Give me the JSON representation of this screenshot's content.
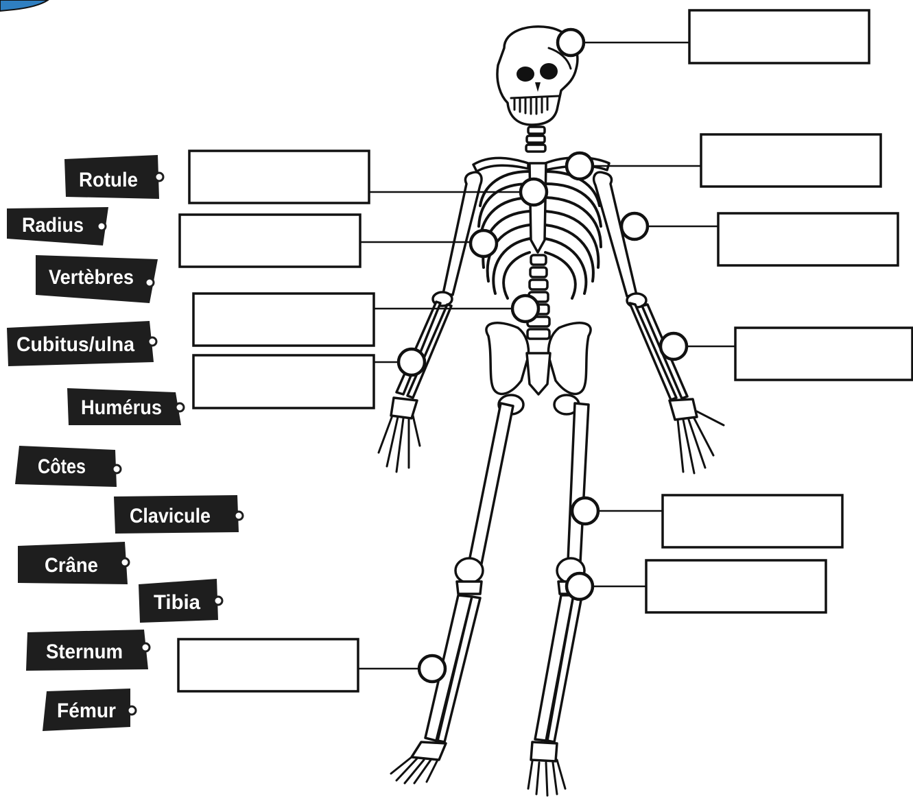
{
  "labels": [
    {
      "id": "rotule",
      "text": "Rotule"
    },
    {
      "id": "radius",
      "text": "Radius"
    },
    {
      "id": "vertebres",
      "text": "Vertèbres"
    },
    {
      "id": "cubitus",
      "text": "Cubitus/ulna"
    },
    {
      "id": "humerus",
      "text": "Humérus"
    },
    {
      "id": "cotes",
      "text": "Côtes"
    },
    {
      "id": "clavicule",
      "text": "Clavicule"
    },
    {
      "id": "crane",
      "text": "Crâne"
    },
    {
      "id": "tibia",
      "text": "Tibia"
    },
    {
      "id": "sternum",
      "text": "Sternum"
    },
    {
      "id": "femur",
      "text": "Fémur"
    }
  ],
  "answer_boxes": [
    {
      "id": "skull",
      "value": ""
    },
    {
      "id": "clavicle",
      "value": ""
    },
    {
      "id": "sternum",
      "value": ""
    },
    {
      "id": "ribs",
      "value": ""
    },
    {
      "id": "humerus",
      "value": ""
    },
    {
      "id": "spine",
      "value": ""
    },
    {
      "id": "forearm",
      "value": ""
    },
    {
      "id": "forearm-right",
      "value": ""
    },
    {
      "id": "femur",
      "value": ""
    },
    {
      "id": "knee",
      "value": ""
    },
    {
      "id": "tibia",
      "value": ""
    }
  ]
}
